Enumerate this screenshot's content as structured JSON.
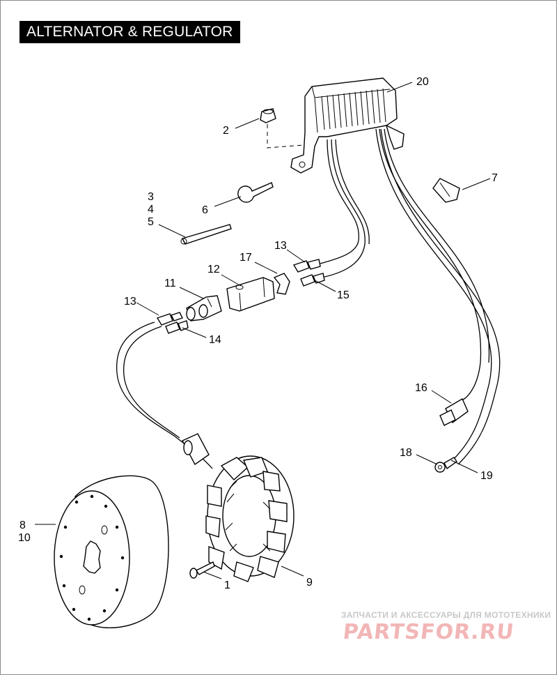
{
  "title": "ALTERNATOR & REGULATOR",
  "callouts": [
    "20",
    "2",
    "7",
    "6",
    "3",
    "4",
    "5",
    "13",
    "17",
    "12",
    "11",
    "15",
    "13",
    "14",
    "16",
    "18",
    "19",
    "8",
    "10",
    "1",
    "9"
  ],
  "parts": {
    "regulator": "regulator-icon",
    "nut": "nut-icon",
    "clip": "clip-icon",
    "clamp": "clamp-icon",
    "cable_strap": "cable-strap-icon",
    "connector_housing": "connector-housing-icon",
    "plug": "plug-icon",
    "terminals": "terminal-icon",
    "ring_terminal": "ring-terminal-icon",
    "rotor": "rotor-icon",
    "stator": "stator-icon",
    "screw": "screw-icon"
  },
  "watermark": {
    "tagline": "ЗАПЧАСТИ И АКСЕССУАРЫ ДЛЯ МОТОТЕХНИКИ",
    "brand": "PARTSFOR.RU",
    "color": "#e06060"
  }
}
